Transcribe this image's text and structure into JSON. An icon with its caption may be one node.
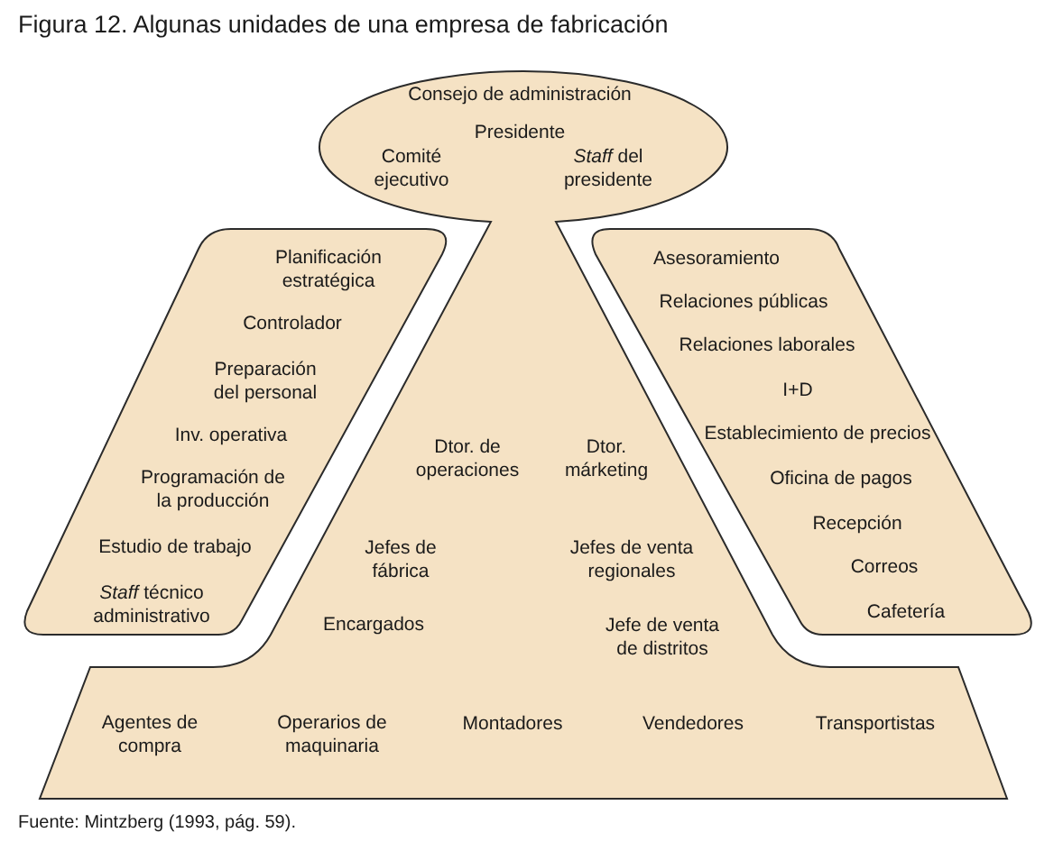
{
  "diagram": {
    "title": "Figura 12. Algunas unidades de una empresa de fabricación",
    "caption": "Fuente: Mintzberg (1993, pág. 59).",
    "nodes": [
      {
        "text": [
          "Consejo de administración",
          "Presidente",
          "Comité ejecutivo",
          "*Staff* del presidente",
          "Dtor. de operaciones",
          "Dtor. márketing",
          "Jefes de fábrica",
          "Jefes de venta regionales",
          "Encargados",
          "Jefe de venta de distritos",
          "Agentes de compra",
          "Operarios de maquinaria",
          "Montadores",
          "Vendedores",
          "Transportistas"
        ]
      },
      {
        "text": [
          "Planificación estratégica",
          "Controlador",
          "Preparación del personal",
          "Inv. operativa",
          "Programación de la producción",
          "Estudio de trabajo",
          "*Staff* técnico administrativo"
        ]
      },
      {
        "text": [
          "Asesoramiento",
          "Relaciones públicas",
          "Relaciones laborales",
          "I+D",
          "Establecimiento de precios",
          "Oficina de pagos",
          "Recepción",
          "Correos",
          "Cafetería"
        ]
      }
    ]
  }
}
